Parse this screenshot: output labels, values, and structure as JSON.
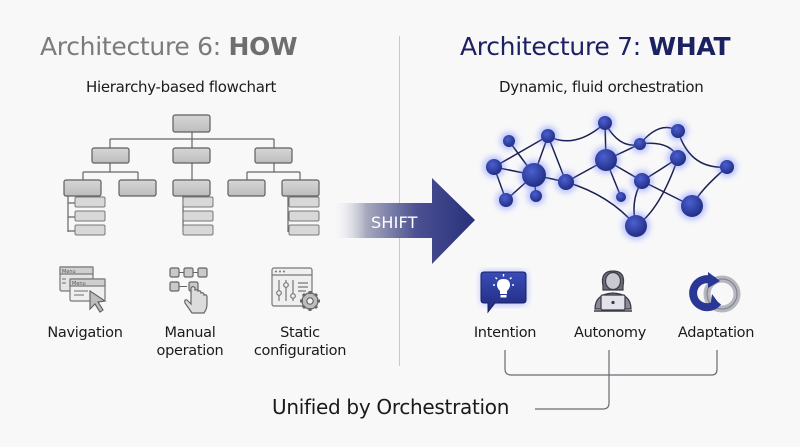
{
  "left": {
    "title_prefix": "Architecture 6: ",
    "title_bold": "HOW",
    "subtitle": "Hierarchy-based flowchart",
    "diagram_icon": "hierarchy-flowchart",
    "features": [
      {
        "icon": "menu-navigation-icon",
        "label_lines": [
          "Navigation"
        ],
        "menu_text": "Menu"
      },
      {
        "icon": "manual-operation-icon",
        "label_lines": [
          "Manual",
          "operation"
        ]
      },
      {
        "icon": "static-configuration-icon",
        "label_lines": [
          "Static",
          "configuration"
        ]
      }
    ]
  },
  "shift": {
    "label": "SHIFT",
    "color": "#27307a"
  },
  "right": {
    "title_prefix": "Architecture 7: ",
    "title_bold": "WHAT",
    "subtitle": "Dynamic, fluid orchestration",
    "diagram_icon": "network-graph",
    "features": [
      {
        "icon": "lightbulb-chat-icon",
        "label_lines": [
          "Intention"
        ]
      },
      {
        "icon": "person-laptop-icon",
        "label_lines": [
          "Autonomy"
        ]
      },
      {
        "icon": "cycle-arrows-icon",
        "label_lines": [
          "Adaptation"
        ]
      }
    ]
  },
  "footer": {
    "label": "Unified by Orchestration"
  },
  "colors": {
    "left_title": "#7b7b7b",
    "right_title": "#1c2160",
    "network_node": "#2c3a99",
    "network_edge": "#1a1f4a",
    "box_fill": "#c8c8c8",
    "box_stroke": "#6a6a6a"
  }
}
